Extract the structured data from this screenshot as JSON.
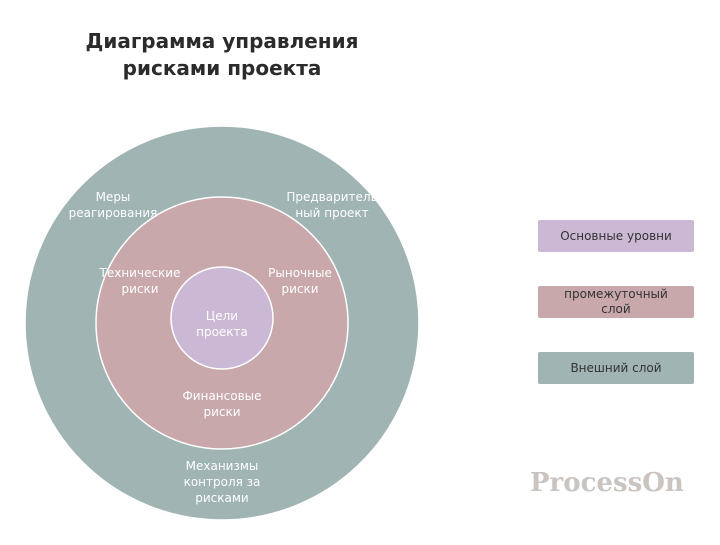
{
  "title": {
    "line1": "Диаграмма управления",
    "line2": "рисками проекта"
  },
  "colors": {
    "outer": "#9fb4b3",
    "middle": "#c8a8ab",
    "inner": "#cbb8d4",
    "stroke": "#ffffff",
    "watermark": "#c9c4c0"
  },
  "rings": {
    "outer": {
      "top_left": [
        "Меры",
        "реагирования"
      ],
      "top_right": [
        "Предваритель",
        "ный проект"
      ],
      "bottom": [
        "Механизмы",
        "контроля за",
        "рисками"
      ]
    },
    "middle": {
      "left": [
        "Технические",
        "риски"
      ],
      "right": [
        "Рыночные",
        "риски"
      ],
      "bottom": [
        "Финансовые",
        "риски"
      ]
    },
    "inner": {
      "center": [
        "Цели",
        "проекта"
      ]
    }
  },
  "legend": [
    {
      "lines": [
        "Основные уровни"
      ],
      "color": "#cbb8d4"
    },
    {
      "lines": [
        "промежуточный",
        "слой"
      ],
      "color": "#c8a8ab"
    },
    {
      "lines": [
        "Внешний слой"
      ],
      "color": "#9fb4b3"
    }
  ],
  "watermark": "ProcessOn"
}
